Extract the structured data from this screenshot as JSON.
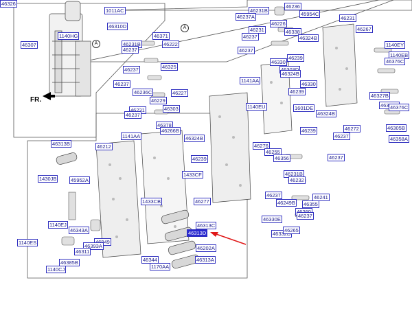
{
  "labels": [
    "1011AC",
    "46310D",
    "1140HG",
    "46307",
    "46371",
    "46231B",
    "46237",
    "46222",
    "46325",
    "46237",
    "46237",
    "46236C",
    "46229",
    "46227",
    "46303",
    "46231",
    "46237",
    "46378",
    "46266B",
    "1141AA",
    "46324B",
    "46239",
    "1433CF",
    "1433CB",
    "46277",
    "46313B",
    "46212",
    "1430JB",
    "45952A",
    "1140EJ",
    "46343A",
    "46949",
    "46393A",
    "46311",
    "46313C",
    "46313D",
    "46202A",
    "46313A",
    "46344",
    "1170AA",
    "1140ES",
    "46385B",
    "1140CJ",
    "46231B",
    "46237A",
    "46236",
    "45954C",
    "46231",
    "46237",
    "46226",
    "46338",
    "46324B",
    "46237",
    "46239",
    "46330",
    "46303D",
    "46324B",
    "1141AA",
    "46239",
    "46330",
    "1140EU",
    "1601DE",
    "46324B",
    "46239",
    "46276",
    "46255",
    "46356",
    "46231B",
    "46232",
    "46237",
    "46249B",
    "46241",
    "46355",
    "46260",
    "46237",
    "46330E",
    "46332D",
    "46265",
    "46237",
    "46231",
    "46267",
    "1140EB",
    "1140EY",
    "46376C",
    "46327B",
    "46305B",
    "46376C",
    "46305B",
    "46358A",
    "46272",
    "46237",
    "46301",
    "46326"
  ],
  "highlight_index": 35,
  "circle_marks": [
    "A",
    "A"
  ],
  "fr_label": "FR."
}
